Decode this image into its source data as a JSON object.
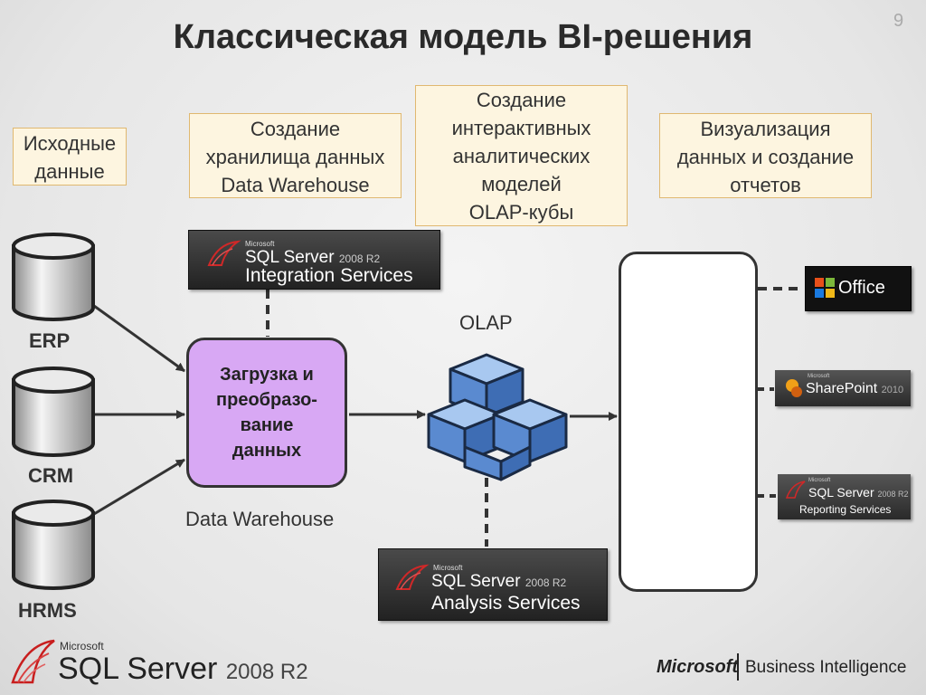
{
  "page_number": "9",
  "title": "Классическая модель BI-решения",
  "stages": {
    "source": [
      "Исходные",
      "данные"
    ],
    "warehouse": [
      "Создание",
      "хранилища данных",
      "Data Warehouse"
    ],
    "olap": [
      "Создание",
      "интерактивных",
      "аналитических",
      "моделей",
      "OLAP-кубы"
    ],
    "visualization": [
      "Визуализация",
      "данных и создание",
      "отчетов"
    ]
  },
  "sources": [
    "ERP",
    "CRM",
    "HRMS"
  ],
  "integration_services": {
    "vendor": "Microsoft",
    "product": "SQL Server",
    "version": "2008 R2",
    "subtitle": "Integration Services"
  },
  "etl_box": [
    "Загрузка и",
    "преобразо-",
    "вание",
    "данных"
  ],
  "dw_caption": "Data Warehouse",
  "olap_caption": "OLAP",
  "analysis_services": {
    "vendor": "Microsoft",
    "product": "SQL Server",
    "version": "2008 R2",
    "subtitle": "Analysis Services"
  },
  "tools": {
    "office": "Office",
    "sharepoint": {
      "vendor": "Microsoft",
      "product": "SharePoint",
      "version": "2010"
    },
    "reporting": {
      "vendor": "Microsoft",
      "product": "SQL Server",
      "version": "2008 R2",
      "subtitle": "Reporting Services"
    }
  },
  "footer": {
    "vendor": "Microsoft",
    "product": "SQL Server",
    "version": "2008 R2",
    "brand": "Microsoft",
    "bi": "Business Intelligence"
  },
  "colors": {
    "stage_fill": "#fdf5e0",
    "stage_border": "#e0b870",
    "etl_fill": "#d8a8f4",
    "cube": "#6a9ad8",
    "banner": "#2a2a2a"
  }
}
